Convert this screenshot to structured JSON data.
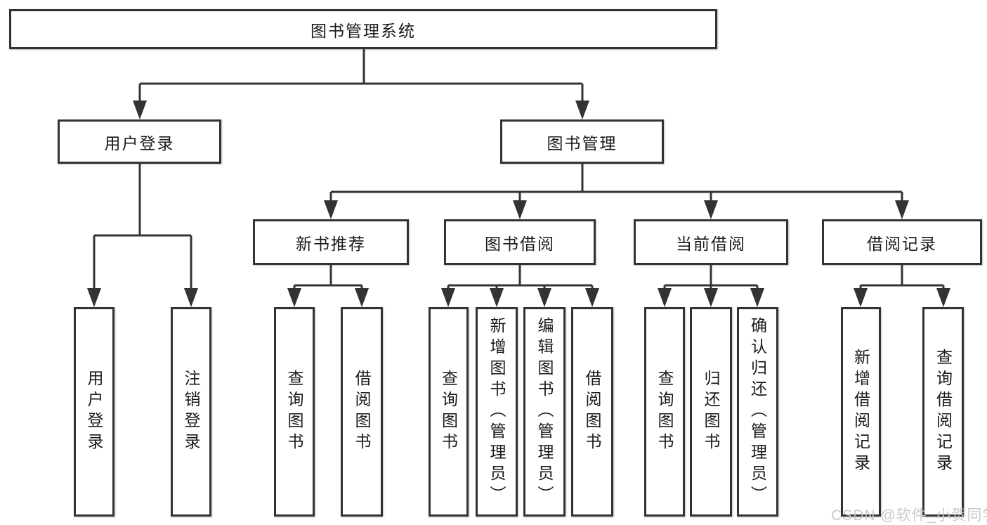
{
  "diagram": {
    "root": {
      "label": "图书管理系统"
    },
    "branches": [
      {
        "label": "用户登录",
        "children": [
          {
            "label": "用户登录"
          },
          {
            "label": "注销登录"
          }
        ]
      },
      {
        "label": "图书管理",
        "children": [
          {
            "label": "新书推荐",
            "children": [
              {
                "label": "查询图书"
              },
              {
                "label": "借阅图书"
              }
            ]
          },
          {
            "label": "图书借阅",
            "children": [
              {
                "label": "查询图书"
              },
              {
                "label": "新增图书（管理员）"
              },
              {
                "label": "编辑图书（管理员）"
              },
              {
                "label": "借阅图书"
              }
            ]
          },
          {
            "label": "当前借阅",
            "children": [
              {
                "label": "查询图书"
              },
              {
                "label": "归还图书"
              },
              {
                "label": "确认归还（管理员）"
              }
            ]
          },
          {
            "label": "借阅记录",
            "children": [
              {
                "label": "新增借阅记录"
              },
              {
                "label": "查询借阅记录"
              }
            ]
          }
        ]
      }
    ]
  },
  "watermark": {
    "text": "CSDN @软件_小贺同学"
  },
  "colors": {
    "line": "#333333",
    "box_border": "#333333",
    "box_fill": "#ffffff",
    "text": "#1a1a1a",
    "watermark": "#c5c5c5"
  }
}
